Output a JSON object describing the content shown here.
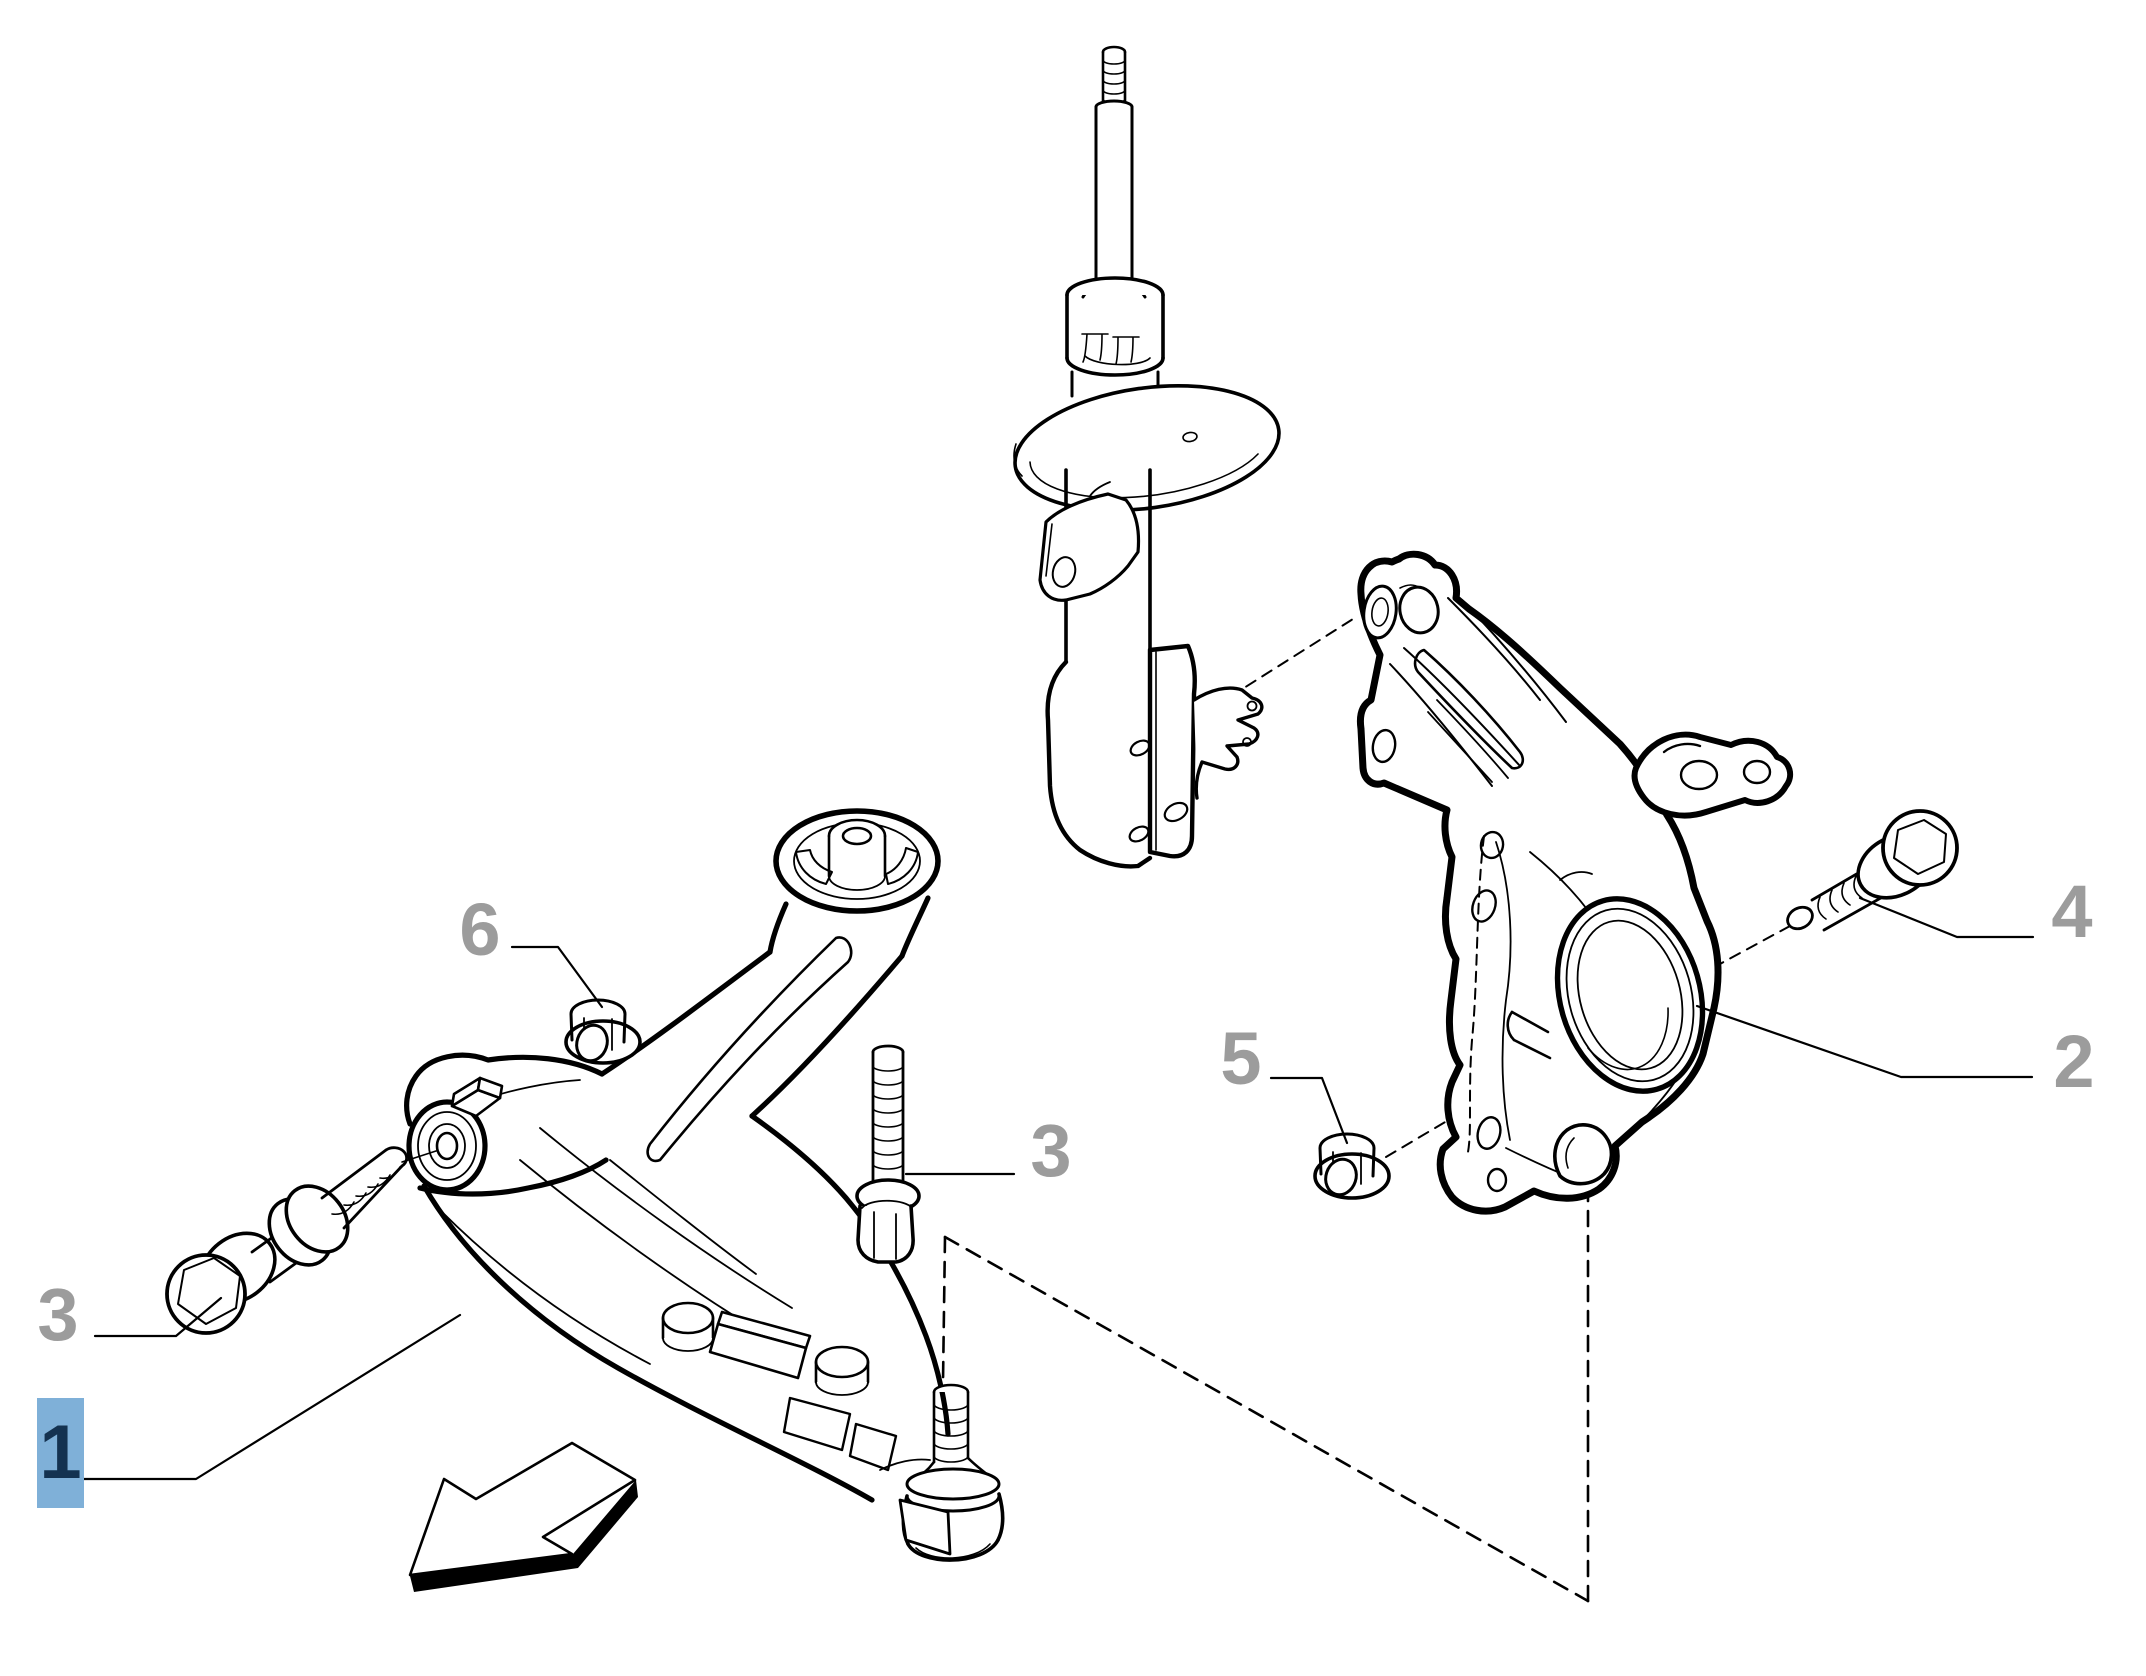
{
  "diagram": {
    "type": "exploded-parts-diagram",
    "subject": "front-suspension",
    "background_color": "#ffffff",
    "line_color": "#000000",
    "callout_color": "#9c9c9c",
    "highlight_box_color": "#7fb0d8",
    "highlight_text_color": "#143250",
    "direction_arrow": "outline-arrow-pointing-lower-left"
  },
  "callouts": [
    {
      "label": "1",
      "part": "control-arm",
      "highlighted": true
    },
    {
      "label": "2",
      "part": "steering-knuckle",
      "highlighted": false
    },
    {
      "label": "3",
      "part": "control-arm-front-bushing-bolt",
      "highlighted": false
    },
    {
      "label": "3",
      "part": "control-arm-rear-bolt",
      "highlighted": false
    },
    {
      "label": "4",
      "part": "knuckle-to-strut-bolt",
      "highlighted": false
    },
    {
      "label": "5",
      "part": "ball-joint-nut",
      "highlighted": false
    },
    {
      "label": "6",
      "part": "control-arm-mount-nut",
      "highlighted": false
    }
  ],
  "parts": [
    "shock-absorber-strut",
    "steering-knuckle",
    "control-arm",
    "front-pivot-bolt",
    "vertical-mount-bolt",
    "strut-clamp-bolt",
    "flanged-nut-small",
    "flanged-nut-ball-joint"
  ]
}
